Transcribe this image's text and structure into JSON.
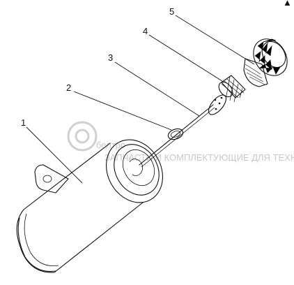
{
  "diagram": {
    "callouts": [
      {
        "id": "1",
        "label": "1"
      },
      {
        "id": "2",
        "label": "2"
      },
      {
        "id": "3",
        "label": "3"
      },
      {
        "id": "4",
        "label": "4"
      },
      {
        "id": "5",
        "label": "5"
      }
    ],
    "watermark": {
      "brand": "белтро",
      "tagline": "ЗАПЧАСТИ И КОМПЛЕКТУЮЩИЕ ДЛЯ ТЕХНИКИ"
    },
    "corner_mark": "▲"
  },
  "colors": {
    "line": "#111111",
    "watermark": "#c9c9c9",
    "background": "#ffffff"
  }
}
